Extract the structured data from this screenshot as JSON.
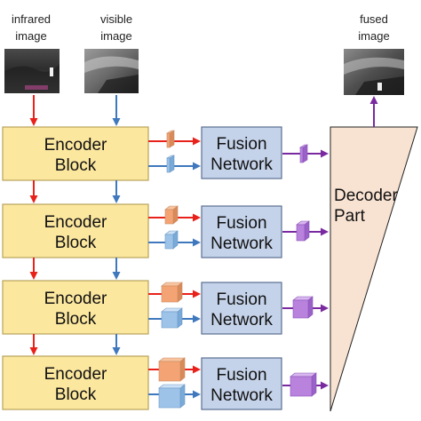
{
  "inputs": {
    "infrared": {
      "line1": "infrared",
      "line2": "image"
    },
    "visible": {
      "line1": "visible",
      "line2": "image"
    }
  },
  "output": {
    "line1": "fused",
    "line2": "image"
  },
  "encoder_blocks": [
    {
      "line1": "Encoder",
      "line2": "Block"
    },
    {
      "line1": "Encoder",
      "line2": "Block"
    },
    {
      "line1": "Encoder",
      "line2": "Block"
    },
    {
      "line1": "Encoder",
      "line2": "Block"
    }
  ],
  "fusion_networks": [
    {
      "line1": "Fusion",
      "line2": "Network"
    },
    {
      "line1": "Fusion",
      "line2": "Network"
    },
    {
      "line1": "Fusion",
      "line2": "Network"
    },
    {
      "line1": "Fusion",
      "line2": "Network"
    }
  ],
  "decoder": {
    "line1": "Decoder",
    "line2": "Part"
  },
  "colors": {
    "encoder_fill": "#fce79f",
    "encoder_stroke": "#b8a35a",
    "fusion_fill": "#c5d3ea",
    "fusion_stroke": "#5a6f91",
    "decoder_fill": "#f8e2d2",
    "infrared_arrow": "#e8221b",
    "visible_arrow": "#3f78bd",
    "fused_arrow": "#7a2aa0",
    "infrared_feature": "#f4a474",
    "visible_feature": "#9dc3e8",
    "fused_feature": "#b982dd"
  }
}
